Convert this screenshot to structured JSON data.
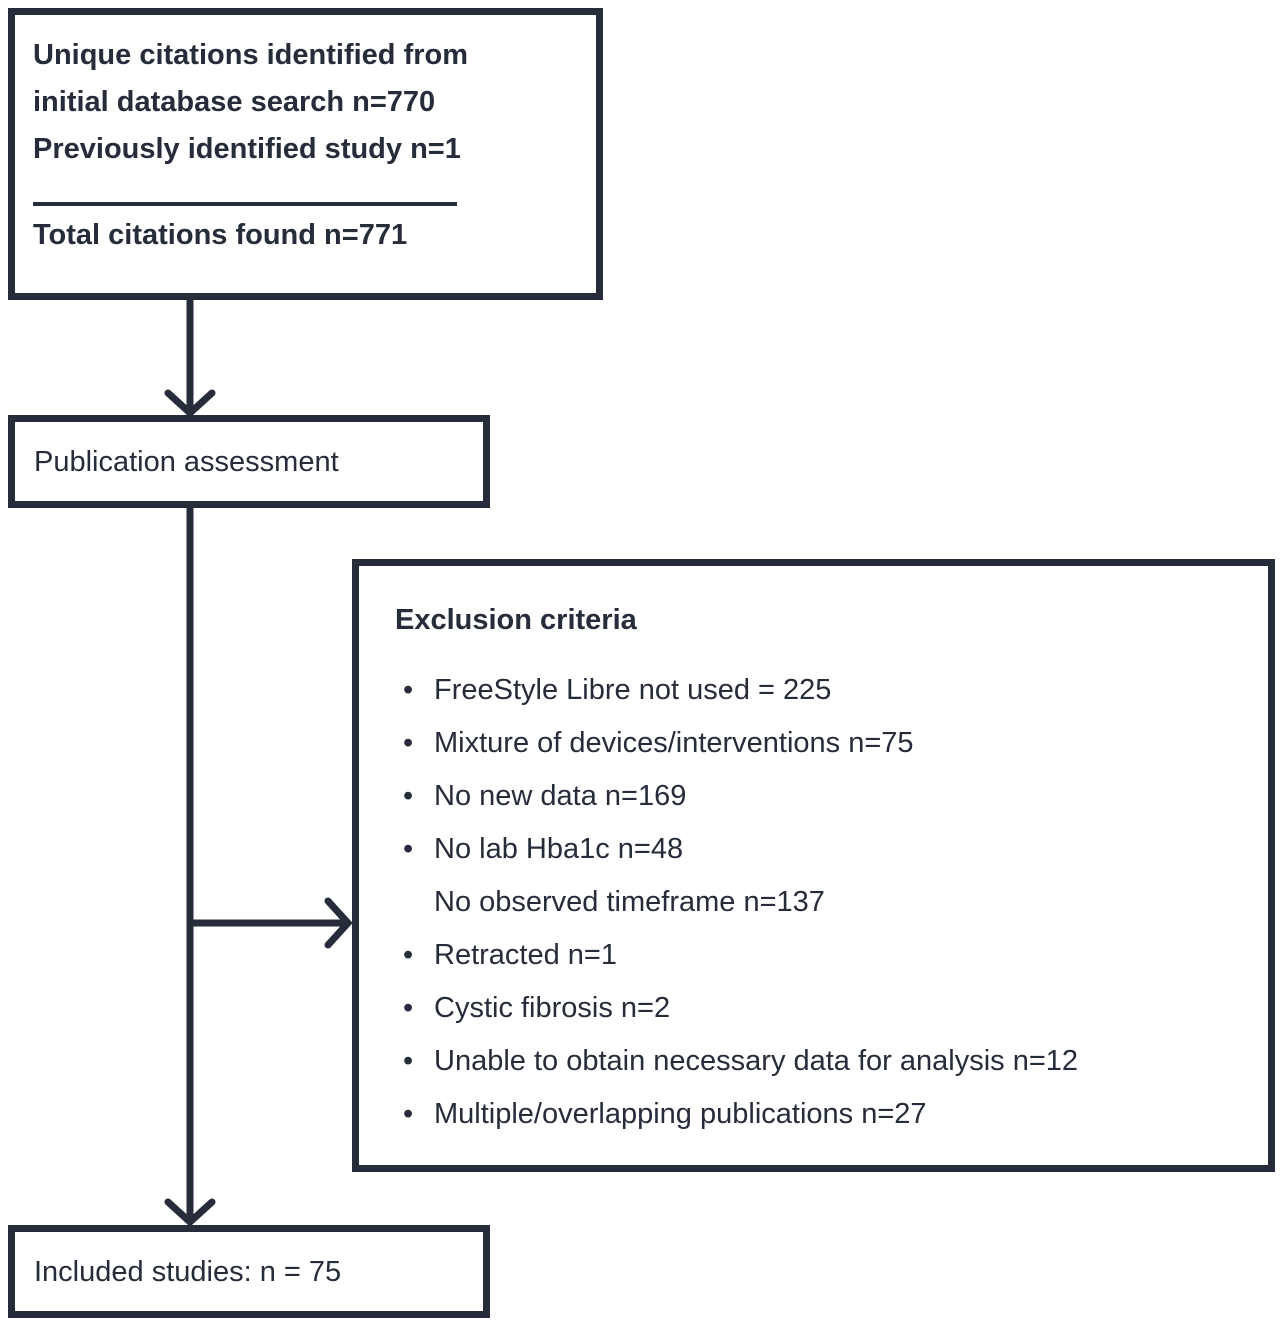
{
  "colors": {
    "stroke": "#262c3a",
    "background": "#ffffff"
  },
  "identification_box": {
    "lines": [
      "Unique citations identified from",
      "initial database search n=770",
      "Previously identified study n=1"
    ],
    "total": "Total citations found n=771"
  },
  "assessment_box": {
    "label": "Publication assessment"
  },
  "exclusion_box": {
    "title": "Exclusion criteria",
    "items": [
      {
        "bullet": "•",
        "text": "FreeStyle Libre not used = 225"
      },
      {
        "bullet": "•",
        "text": "Mixture of devices/interventions n=75"
      },
      {
        "bullet": "•",
        "text": "No new data n=169"
      },
      {
        "bullet": "•",
        "text": "No lab Hba1c n=48"
      },
      {
        "bullet": "",
        "text": "No observed timeframe n=137"
      },
      {
        "bullet": "•",
        "text": "Retracted n=1"
      },
      {
        "bullet": "•",
        "text": "Cystic fibrosis n=2"
      },
      {
        "bullet": "•",
        "text": "Unable to obtain necessary data for analysis n=12"
      },
      {
        "bullet": "•",
        "text": "Multiple/overlapping publications n=27"
      }
    ]
  },
  "included_box": {
    "label": "Included studies: n = 75"
  }
}
